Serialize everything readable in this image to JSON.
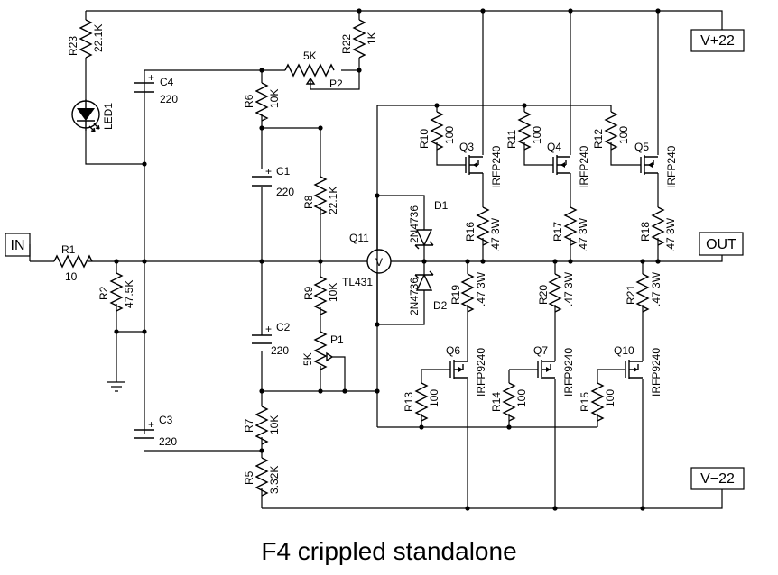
{
  "caption": "F4 crippled standalone",
  "ports": {
    "in": "IN",
    "out": "OUT",
    "vpos": "V+22",
    "vneg": "V−22"
  },
  "resistors": [
    {
      "ref": "R23",
      "value": "22.1K"
    },
    {
      "ref": "R22",
      "value": "1K"
    },
    {
      "ref": "R6",
      "value": "10K"
    },
    {
      "ref": "R1",
      "value": "10"
    },
    {
      "ref": "R2",
      "value": "47.5K"
    },
    {
      "ref": "R8",
      "value": "22.1K"
    },
    {
      "ref": "R9",
      "value": "10K"
    },
    {
      "ref": "R7",
      "value": "10K"
    },
    {
      "ref": "R5",
      "value": "3.32K"
    },
    {
      "ref": "R10",
      "value": "100"
    },
    {
      "ref": "R11",
      "value": "100"
    },
    {
      "ref": "R12",
      "value": "100"
    },
    {
      "ref": "R13",
      "value": "100"
    },
    {
      "ref": "R14",
      "value": "100"
    },
    {
      "ref": "R15",
      "value": "100"
    },
    {
      "ref": "R16",
      "value": ".47 3W"
    },
    {
      "ref": "R17",
      "value": ".47 3W"
    },
    {
      "ref": "R18",
      "value": ".47 3W"
    },
    {
      "ref": "R19",
      "value": ".47 3W"
    },
    {
      "ref": "R20",
      "value": ".47 3W"
    },
    {
      "ref": "R21",
      "value": ".47 3W"
    }
  ],
  "capacitors": [
    {
      "ref": "C4",
      "value": "220"
    },
    {
      "ref": "C1",
      "value": "220"
    },
    {
      "ref": "C2",
      "value": "220"
    },
    {
      "ref": "C3",
      "value": "220"
    }
  ],
  "pots": [
    {
      "ref": "P2",
      "value": "5K"
    },
    {
      "ref": "P1",
      "value": "5K"
    }
  ],
  "mosfets": [
    {
      "ref": "Q3",
      "part": "IRFP240"
    },
    {
      "ref": "Q4",
      "part": "IRFP240"
    },
    {
      "ref": "Q5",
      "part": "IRFP240"
    },
    {
      "ref": "Q6",
      "part": "IRFP9240"
    },
    {
      "ref": "Q7",
      "part": "IRFP9240"
    },
    {
      "ref": "Q10",
      "part": "IRFP9240"
    }
  ],
  "zeners": [
    {
      "ref": "D1",
      "part": "2N4736"
    },
    {
      "ref": "D2",
      "part": "2N4736"
    }
  ],
  "regulator": {
    "ref": "Q11",
    "part": "TL431",
    "symbol": "V"
  },
  "led": {
    "ref": "LED1"
  },
  "plus_sign": "+"
}
